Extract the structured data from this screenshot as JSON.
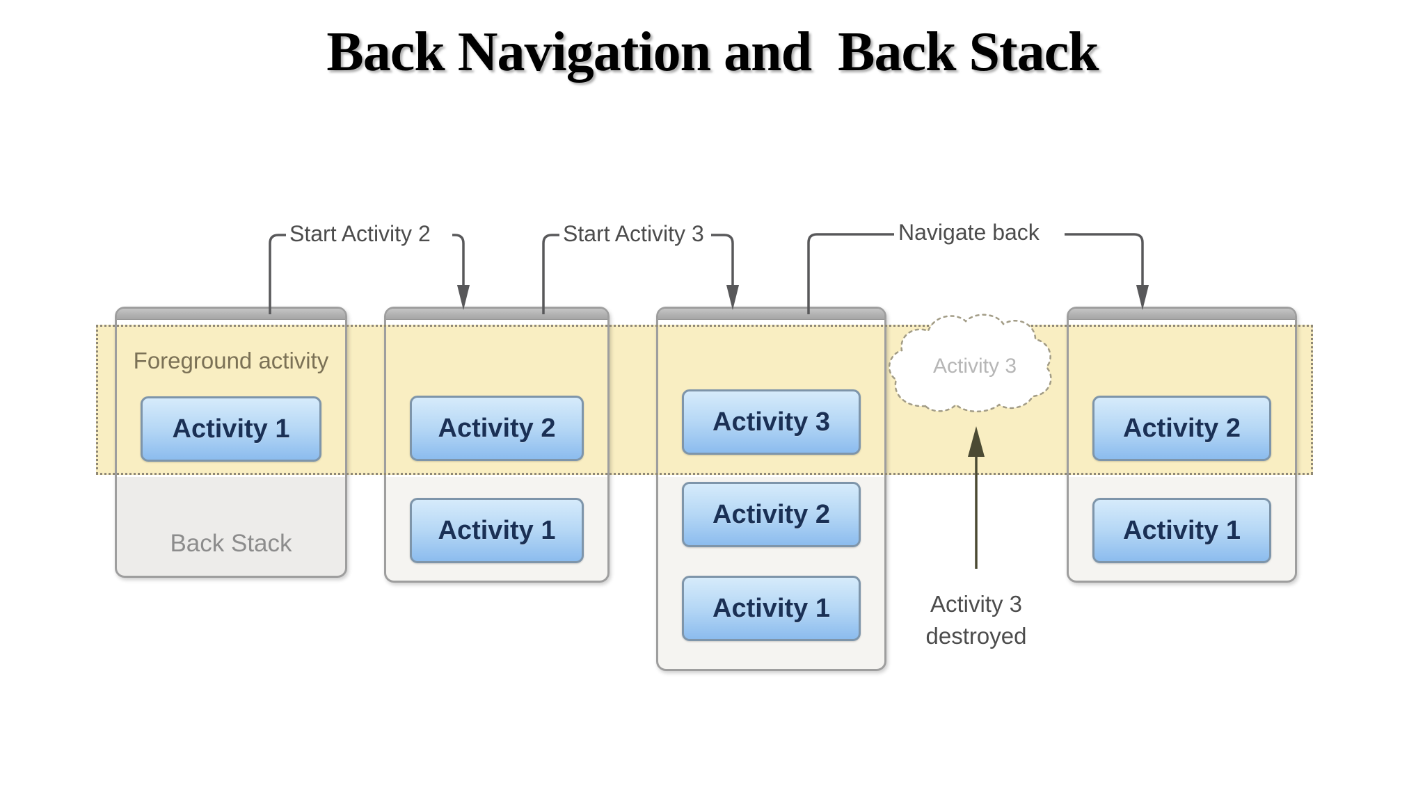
{
  "title": "Back Navigation and  Back Stack",
  "connector_labels": {
    "start_activity_2": "Start Activity 2",
    "start_activity_3": "Start Activity 3",
    "navigate_back": "Navigate back"
  },
  "band": {
    "label": "Foreground activity"
  },
  "cards": [
    {
      "band_buttons": [
        "Activity 1"
      ],
      "below_buttons": [],
      "footer": "Back Stack"
    },
    {
      "band_buttons": [
        "Activity 2"
      ],
      "below_buttons": [
        "Activity 1"
      ]
    },
    {
      "band_buttons": [
        "Activity 3"
      ],
      "below_buttons": [
        "Activity 2",
        "Activity 1"
      ]
    },
    {
      "band_buttons": [
        "Activity 2"
      ],
      "below_buttons": [
        "Activity 1"
      ]
    }
  ],
  "cloud": {
    "label": "Activity 3"
  },
  "destroyed_note": {
    "line1": "Activity 3",
    "line2": "destroyed"
  },
  "colors": {
    "title_color": "#000000",
    "band_fill": "#f9eec2",
    "band_border": "#8f8876",
    "card_border": "#9e9e9e",
    "card_bar_top": "#c4c4c4",
    "card_bar_bottom": "#a5a5a5",
    "card_lower": "#f5f4f1",
    "card_lower_first": "#edecea",
    "button_top": "#d6ebfb",
    "button_mid": "#b5d7f5",
    "button_bottom": "#8cbcee",
    "button_border": "#7e95aa",
    "button_text": "#1a3055",
    "connector": "#58585a",
    "arrow_dark": "#4b4a33",
    "label_text": "#4c4c4c",
    "foreground_label_text": "#7b7156",
    "back_stack_text": "#8c8c8c",
    "cloud_text": "#b6b6b6"
  }
}
